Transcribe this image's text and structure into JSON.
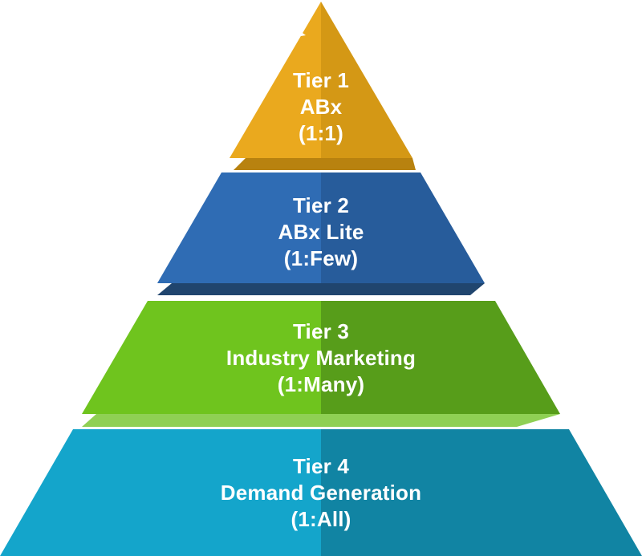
{
  "diagram": {
    "type": "pyramid",
    "tier_count": 4,
    "text_color": "#FFFFFF",
    "background": "#FFFFFF",
    "highlight": "#FFFFFF"
  },
  "tiers": [
    {
      "tier": "Tier 1",
      "label": "ABx",
      "ratio": "(1:1)",
      "colors": {
        "left": "#EAA91E",
        "right": "#D49815",
        "band": "#B8820F"
      }
    },
    {
      "tier": "Tier 2",
      "label": "ABx Lite",
      "ratio": "(1:Few)",
      "colors": {
        "left": "#2F6CB4",
        "right": "#275C9B",
        "band": "#20456E"
      }
    },
    {
      "tier": "Tier 3",
      "label": "Industry Marketing",
      "ratio": "(1:Many)",
      "colors": {
        "left": "#6FC41E",
        "right": "#579D1A",
        "band": "#8FD054"
      }
    },
    {
      "tier": "Tier 4",
      "label": "Demand Generation",
      "ratio": "(1:All)",
      "colors": {
        "left": "#14A5CB",
        "right": "#1184A3"
      }
    }
  ]
}
